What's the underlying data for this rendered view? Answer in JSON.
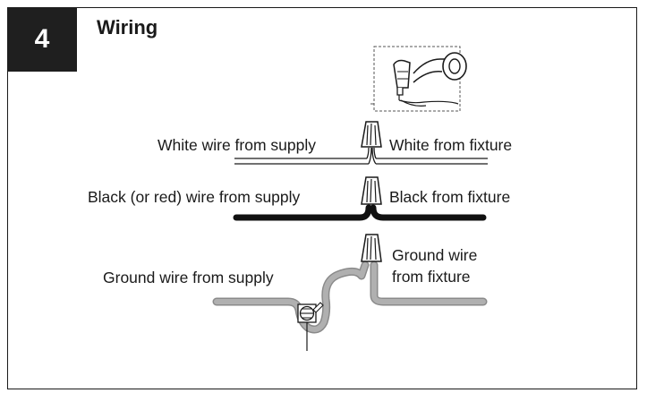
{
  "step": {
    "number": "4",
    "title": "Wiring"
  },
  "labels": {
    "white_supply": "White wire from supply",
    "white_fixture": "White from fixture",
    "black_supply": "Black (or red) wire from supply",
    "black_fixture": "Black from fixture",
    "ground_supply": "Ground wire from supply",
    "ground_fixture_line1": "Ground wire",
    "ground_fixture_line2": "from fixture"
  },
  "colors": {
    "frame": "#1a1a1a",
    "badge_bg": "#1f1f1f",
    "black_wire": "#111111",
    "ground_wire": "#a8a8a8",
    "ground_wire_outline": "#8a8a8a"
  },
  "icons": [
    "wire-nut-icon",
    "electrical-tape-icon",
    "ground-screw-icon"
  ]
}
